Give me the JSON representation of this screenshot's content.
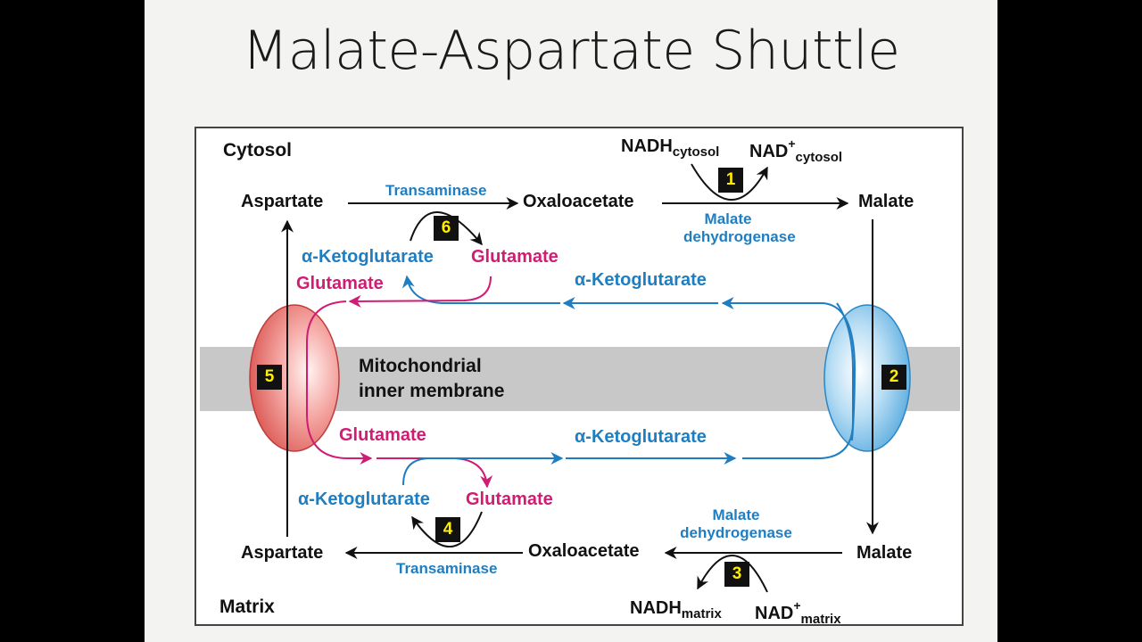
{
  "title": "Malate-Aspartate Shuttle",
  "compartments": {
    "cytosol": "Cytosol",
    "matrix": "Matrix",
    "membrane_line1": "Mitochondrial",
    "membrane_line2": "inner membrane"
  },
  "cytosol_row": {
    "aspartate": "Aspartate",
    "transaminase": "Transaminase",
    "oxaloacetate": "Oxaloacetate",
    "malate": "Malate",
    "malate_dh_line1": "Malate",
    "malate_dh_line2": "dehydrogenase",
    "nadh": "NADH",
    "nadh_sub": "cytosol",
    "nad": "NAD",
    "nad_sup": "+",
    "nad_sub": "cytosol",
    "a_ketoglutarate": "α-Ketoglutarate",
    "glutamate": "Glutamate",
    "glutamate_transport": "Glutamate",
    "a_ketoglutarate_transport": "α-Ketoglutarate"
  },
  "matrix_row": {
    "aspartate": "Aspartate",
    "transaminase": "Transaminase",
    "oxaloacetate": "Oxaloacetate",
    "malate": "Malate",
    "malate_dh_line1": "Malate",
    "malate_dh_line2": "dehydrogenase",
    "nadh": "NADH",
    "nadh_sub": "matrix",
    "nad": "NAD",
    "nad_sup": "+",
    "nad_sub": "matrix",
    "a_ketoglutarate": "α-Ketoglutarate",
    "glutamate": "Glutamate",
    "glutamate_transport": "Glutamate",
    "a_ketoglutarate_transport": "α-Ketoglutarate"
  },
  "step_numbers": [
    "1",
    "2",
    "3",
    "4",
    "5",
    "6"
  ],
  "colors": {
    "blue": "#1f7ec2",
    "magenta": "#d01c73",
    "membrane": "#c8c8c8",
    "red_transporter": "#e66a6a",
    "blue_transporter": "#6cb8e6",
    "step_badge_bg": "#111111",
    "step_badge_fg": "#ffee00"
  }
}
